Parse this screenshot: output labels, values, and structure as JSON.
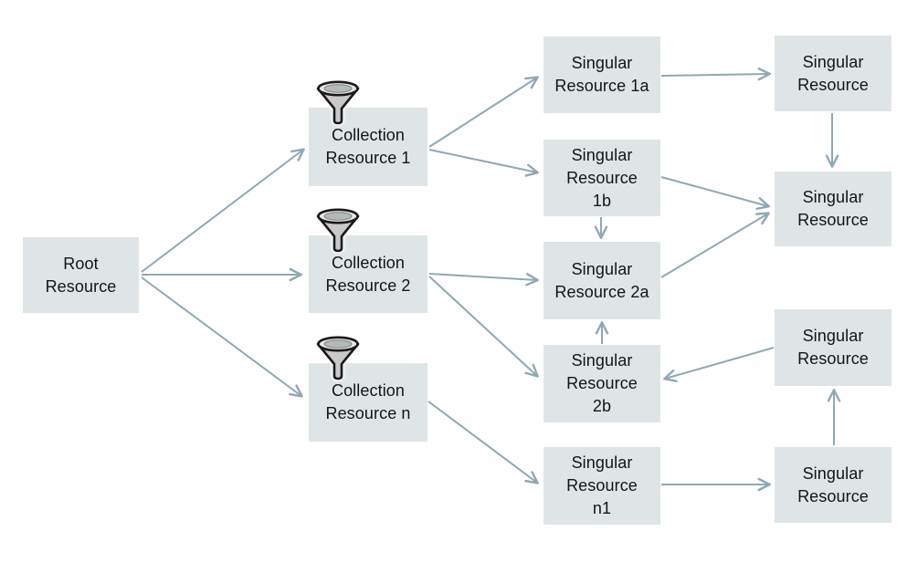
{
  "diagram": {
    "description": "Resource hierarchy diagram: a root resource fans out to filtered collection resources, which point to singular resources linked to further singular resources",
    "colors": {
      "background": "#ffffff",
      "node_fill": "#dfe5e6",
      "arrow": "#8fa8b3",
      "text": "#141414",
      "funnel_outline": "#1a1a1a",
      "funnel_fill": "#c9c9c9"
    },
    "nodes": {
      "root": {
        "label": "Root\nResource"
      },
      "col1": {
        "label": "Collection\nResource 1",
        "icon": "funnel-icon"
      },
      "col2": {
        "label": "Collection\nResource 2",
        "icon": "funnel-icon"
      },
      "coln": {
        "label": "Collection\nResource n",
        "icon": "funnel-icon"
      },
      "s1a": {
        "label": "Singular\nResource 1a"
      },
      "s1b": {
        "label": "Singular\nResource\n1b"
      },
      "s2a": {
        "label": "Singular\nResource 2a"
      },
      "s2b": {
        "label": "Singular\nResource\n2b"
      },
      "sn1": {
        "label": "Singular\nResource\nn1"
      },
      "sr_top": {
        "label": "Singular\nResource"
      },
      "sr_mid1": {
        "label": "Singular\nResource"
      },
      "sr_mid2": {
        "label": "Singular\nResource"
      },
      "sr_bot": {
        "label": "Singular\nResource"
      }
    },
    "edges": [
      {
        "from": "root",
        "to": "col1"
      },
      {
        "from": "root",
        "to": "col2"
      },
      {
        "from": "root",
        "to": "coln"
      },
      {
        "from": "col1",
        "to": "s1a"
      },
      {
        "from": "col1",
        "to": "s1b"
      },
      {
        "from": "col2",
        "to": "s2a"
      },
      {
        "from": "col2",
        "to": "s2b"
      },
      {
        "from": "coln",
        "to": "sn1"
      },
      {
        "from": "s1a",
        "to": "sr_top"
      },
      {
        "from": "sr_top",
        "to": "sr_mid1"
      },
      {
        "from": "s1b",
        "to": "sr_mid1"
      },
      {
        "from": "s1b",
        "to": "s2a"
      },
      {
        "from": "s2a",
        "to": "sr_mid1"
      },
      {
        "from": "s2b",
        "to": "s2a"
      },
      {
        "from": "sr_mid2",
        "to": "s2b"
      },
      {
        "from": "sn1",
        "to": "sr_bot"
      },
      {
        "from": "sr_bot",
        "to": "sr_mid2"
      }
    ]
  }
}
